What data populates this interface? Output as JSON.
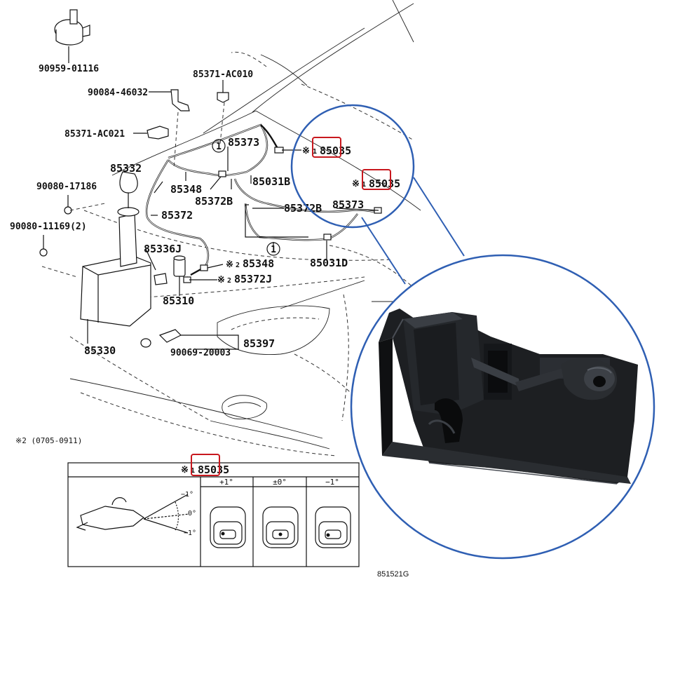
{
  "parts": {
    "p90959": "90959-01116",
    "p85371_ac010": "85371-AC010",
    "p90084": "90084-46032",
    "p85371_ac021": "85371-AC021",
    "p85373_top": "85373",
    "p85035_a": "85035",
    "p85035_b": "85035",
    "p85332": "85332",
    "p90080_17186": "90080-17186",
    "p85348_top": "85348",
    "p85031b": "85031B",
    "p85372b_left": "85372B",
    "p85372b_right": "85372B",
    "p85373_right": "85373",
    "p85372": "85372",
    "p90080_11169": "90080-11169(2)",
    "p85336j": "85336J",
    "p85348_bottom": "85348",
    "p85372j": "85372J",
    "p85031d": "85031D",
    "p85310": "85310",
    "p85397": "85397",
    "p85330": "85330",
    "p90069": "90069-20003"
  },
  "marks": {
    "note_symbol": "※",
    "note1_index": "1",
    "note2_index": "2",
    "circle_1": "1"
  },
  "footnote": "※2 (0705-0911)",
  "adjust_table": {
    "header_part": "85035",
    "columns": [
      "+1°",
      "±0°",
      "−1°"
    ],
    "angle_labels": [
      "−1°",
      "0°",
      "−1°"
    ]
  },
  "figure_code": "851521G",
  "colors": {
    "highlight_box": "#c8181e",
    "callout_line": "#2f5fb3",
    "product_body": "#1d1f22"
  }
}
